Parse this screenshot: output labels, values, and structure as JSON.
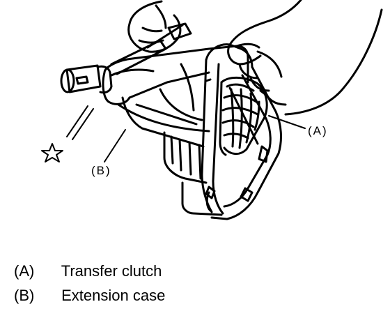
{
  "figure": {
    "callouts": {
      "a": "(A)",
      "b": "(B)"
    },
    "star_symbol": "☆"
  },
  "legend": [
    {
      "code": "(A)",
      "text": "Transfer clutch"
    },
    {
      "code": "(B)",
      "text": "Extension case"
    }
  ]
}
